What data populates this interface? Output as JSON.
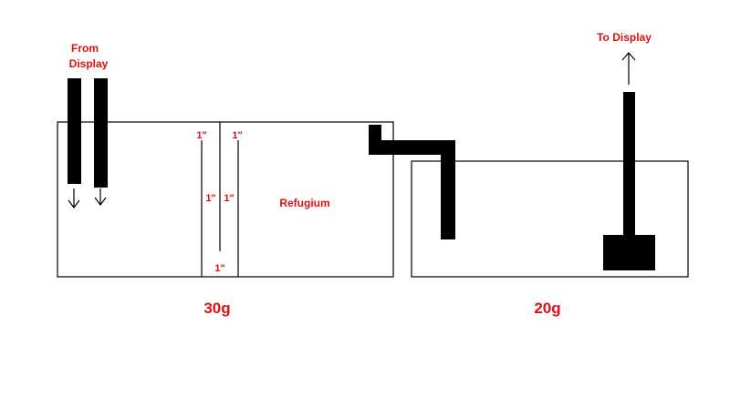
{
  "labels": {
    "from_display": [
      "From",
      "Display"
    ],
    "to_display": "To Display",
    "refugium": "Refugium",
    "tank_left": "30g",
    "tank_right": "20g",
    "baffle_marks": [
      "1\"",
      "1\"",
      "1\"",
      "1\"",
      "1\""
    ]
  },
  "colors": {
    "label": "#e01010",
    "lines": "#000000",
    "background": "#ffffff"
  }
}
